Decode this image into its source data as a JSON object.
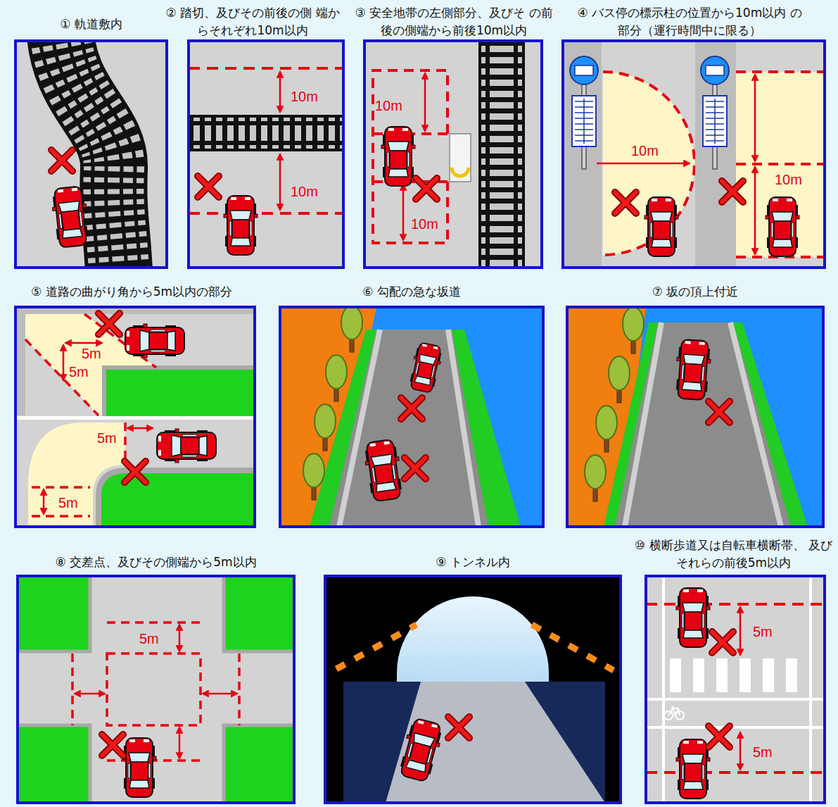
{
  "diagram": {
    "nodes": [
      {
        "text": [
          "① 軌道敷内"
        ]
      },
      {
        "text": [
          "② 踏切、及びその前後の側 端からそれぞれ10m以内"
        ]
      },
      {
        "text": [
          "③ 安全地帯の左側部分、及びそ の前後の側端から前後10m以内"
        ]
      },
      {
        "text": [
          "④ バス停の標示柱の位置から10m以内 の部分（運行時間中に限る）"
        ]
      },
      {
        "text": [
          "⑤ 道路の曲がり角から5m以内の部分"
        ]
      },
      {
        "text": [
          "⑥ 勾配の急な坂道"
        ]
      },
      {
        "text": [
          "⑦ 坂の頂上付近"
        ]
      },
      {
        "text": [
          "⑧ 交差点、及びその側端から5m以内"
        ]
      },
      {
        "text": [
          "⑨ トンネル内"
        ]
      },
      {
        "text": [
          "⑩ 横断歩道又は自転車横断帯、 及びそれらの前後5m以内"
        ]
      }
    ],
    "labels": [
      "10m",
      "10m",
      "10m",
      "10m",
      "10m",
      "10m",
      "5m",
      "5m",
      "5m",
      "5m",
      "5m",
      "5m",
      "5m"
    ]
  }
}
